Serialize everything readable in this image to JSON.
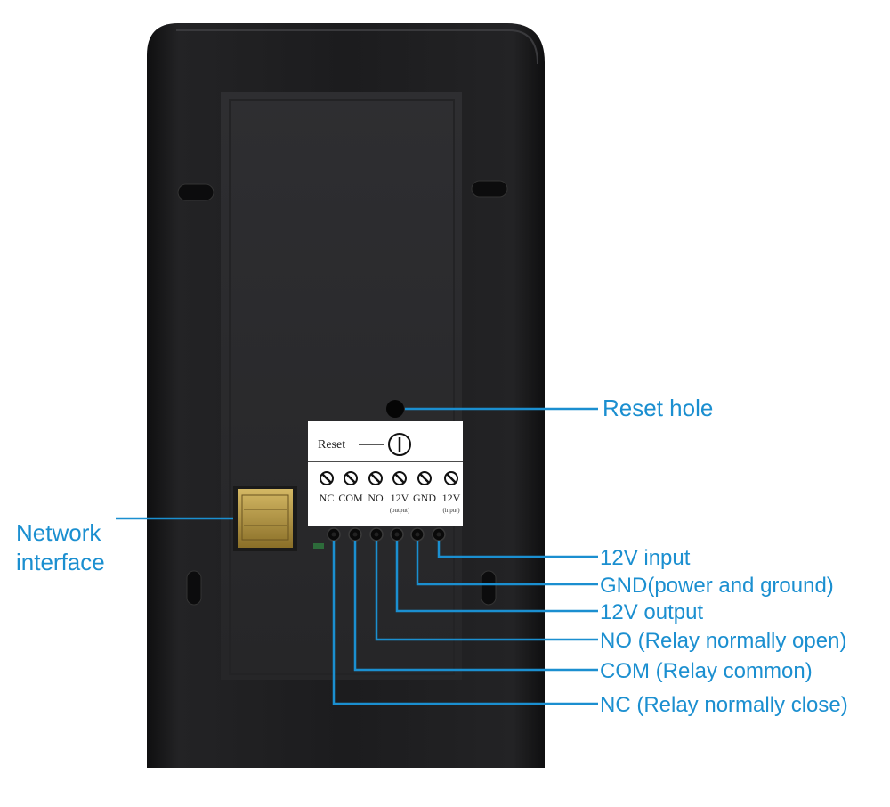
{
  "colors": {
    "accent": "#1b8fd0",
    "housing": "#1a1a1c",
    "panel": "#2b2b2e",
    "label_background": "#ffffff",
    "port_gold": "#b89a3e"
  },
  "device": {
    "reset_label": "Reset",
    "terminals": [
      {
        "label": "NC",
        "sub": ""
      },
      {
        "label": "COM",
        "sub": ""
      },
      {
        "label": "NO",
        "sub": ""
      },
      {
        "label": "12V",
        "sub": "(output)"
      },
      {
        "label": "GND",
        "sub": ""
      },
      {
        "label": "12V",
        "sub": "(input)"
      }
    ]
  },
  "callouts": {
    "reset_hole": "Reset hole",
    "network_line1": "Network",
    "network_line2": "interface",
    "wires": [
      "12V input",
      "GND(power and ground)",
      "12V output",
      "NO (Relay normally open)",
      "COM (Relay common)",
      "NC (Relay normally close)"
    ]
  }
}
